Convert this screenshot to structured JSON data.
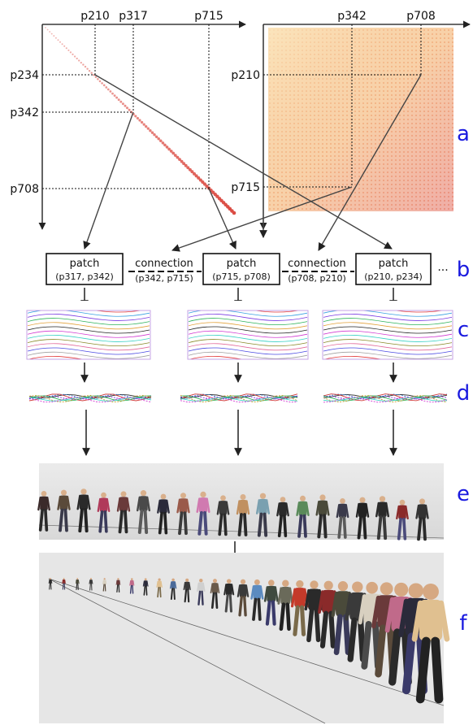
{
  "left_matrix": {
    "top_ticks": [
      "p210",
      "p317",
      "p715"
    ],
    "left_ticks": [
      "p234",
      "p342",
      "p708"
    ]
  },
  "right_matrix": {
    "top_ticks": [
      "p342",
      "p708"
    ],
    "left_ticks": [
      "p210",
      "p715"
    ]
  },
  "row_b": {
    "items": [
      {
        "kind": "patch",
        "title": "patch",
        "args": "(p317, p342)"
      },
      {
        "kind": "connection",
        "title": "connection",
        "args": "(p342, p715)"
      },
      {
        "kind": "patch",
        "title": "patch",
        "args": "(p715, p708)"
      },
      {
        "kind": "connection",
        "title": "connection",
        "args": "(p708, p210)"
      },
      {
        "kind": "patch",
        "title": "patch",
        "args": "(p210, p234)"
      }
    ],
    "ellipsis": "..."
  },
  "row_labels": [
    "a",
    "b",
    "c",
    "d",
    "e",
    "f"
  ],
  "colors": {
    "row_label": "#1a1adf",
    "diagonal": "#d9433a",
    "similarity_light": "#f5c58a",
    "similarity_dark": "#e06a5a"
  }
}
